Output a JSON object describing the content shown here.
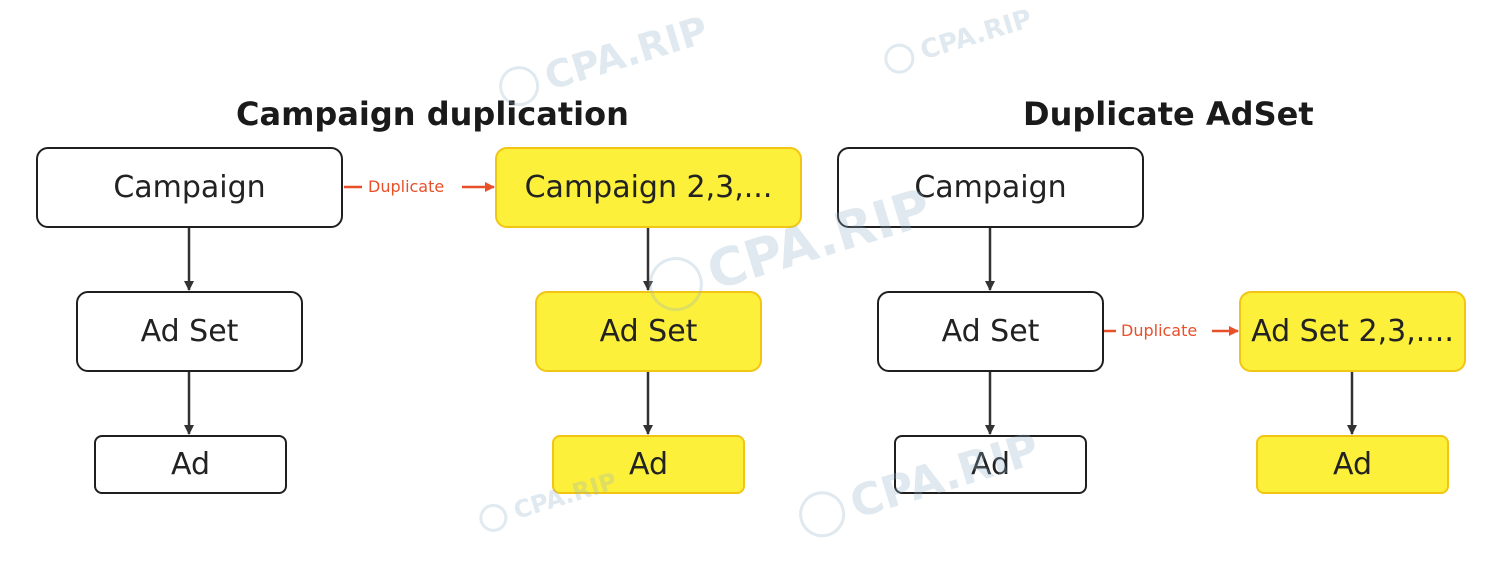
{
  "colors": {
    "highlight_fill": "#fdf03b",
    "highlight_border": "#f2c514",
    "accent": "#e8502a",
    "outline": "#1f1f1f",
    "arrow": "#333333"
  },
  "campaign_duplication": {
    "title": "Campaign duplication",
    "original": {
      "campaign": "Campaign",
      "ad_set": "Ad Set",
      "ad": "Ad"
    },
    "duplicate_label": "Duplicate",
    "copy": {
      "campaign": "Campaign 2,3,...",
      "ad_set": "Ad Set",
      "ad": "Ad"
    }
  },
  "duplicate_adset": {
    "title": "Duplicate AdSet",
    "original": {
      "campaign": "Campaign",
      "ad_set": "Ad Set",
      "ad": "Ad"
    },
    "duplicate_label": "Duplicate",
    "copy": {
      "ad_set": "Ad Set 2,3,....",
      "ad": "Ad"
    }
  },
  "watermark": {
    "text": "CPA.RIP",
    "icon": "skull-logo-icon"
  }
}
